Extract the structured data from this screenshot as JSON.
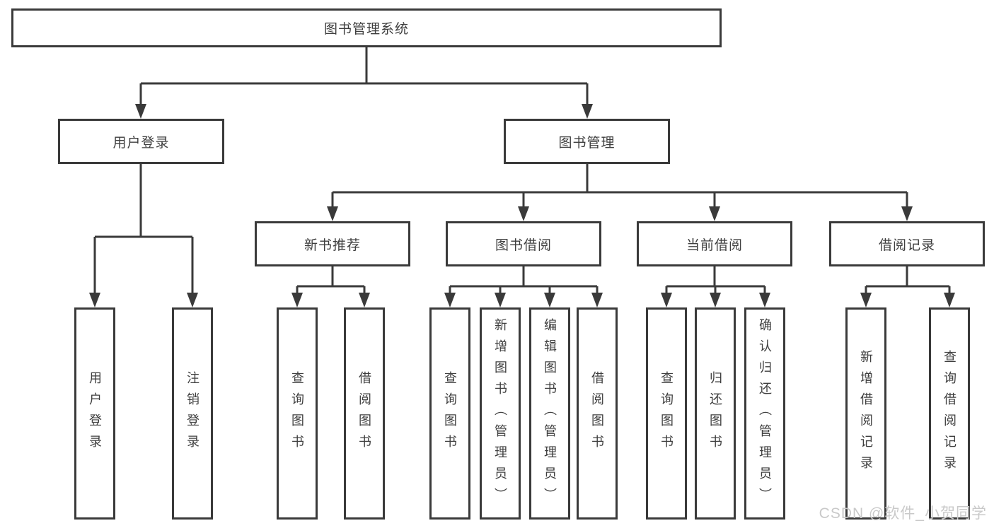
{
  "diagram": {
    "title": "图书管理系统",
    "root": {
      "label": "图书管理系统"
    },
    "branch_user": {
      "label": "用户登录",
      "children": [
        {
          "label": "用户登录"
        },
        {
          "label": "注销登录"
        }
      ]
    },
    "branch_books": {
      "label": "图书管理",
      "sections": [
        {
          "label": "新书推荐",
          "children": [
            {
              "label": "查询图书"
            },
            {
              "label": "借阅图书"
            }
          ]
        },
        {
          "label": "图书借阅",
          "children": [
            {
              "label": "查询图书"
            },
            {
              "label": "新增图书（管理员）"
            },
            {
              "label": "编辑图书（管理员）"
            },
            {
              "label": "借阅图书"
            }
          ]
        },
        {
          "label": "当前借阅",
          "children": [
            {
              "label": "查询图书"
            },
            {
              "label": "归还图书"
            },
            {
              "label": "确认归还（管理员）"
            }
          ]
        },
        {
          "label": "借阅记录",
          "children": [
            {
              "label": "新增借阅记录"
            },
            {
              "label": "查询借阅记录"
            }
          ]
        }
      ]
    },
    "watermark": "CSDN @软件_小贺同学",
    "colors": {
      "line": "#3a3a3a",
      "text": "#3e3e3e",
      "background": "#ffffff",
      "watermark": "#c9c9c9"
    }
  }
}
